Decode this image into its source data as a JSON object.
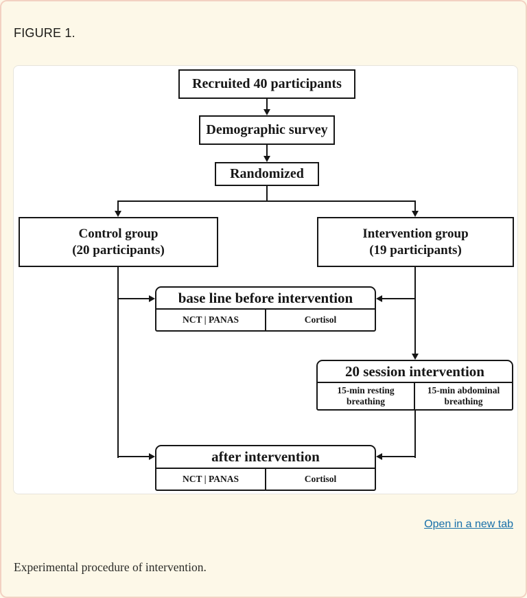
{
  "page": {
    "figure_label": "FIGURE 1.",
    "open_link_label": "Open in a new tab",
    "caption": "Experimental procedure of intervention."
  },
  "flowchart": {
    "recruited": "Recruited 40 participants",
    "survey": "Demographic survey",
    "randomized": "Randomized",
    "control_group": {
      "line1": "Control group",
      "line2": "(20 participants)"
    },
    "intervention_group": {
      "line1": "Intervention group",
      "line2": "(19 participants)"
    },
    "baseline": {
      "title": "base line before intervention",
      "cell1": "NCT |  PANAS",
      "cell2": "Cortisol"
    },
    "session": {
      "title": "20 session intervention",
      "cell1": "15-min resting breathing",
      "cell2": "15-min abdominal breathing"
    },
    "after": {
      "title": "after intervention",
      "cell1": "NCT |  PANAS",
      "cell2": "Cortisol"
    }
  },
  "colors": {
    "page_background": "#fdf8e8",
    "page_border": "#f3d1c2",
    "diagram_ink": "#161616",
    "link_blue": "#176fa9"
  }
}
